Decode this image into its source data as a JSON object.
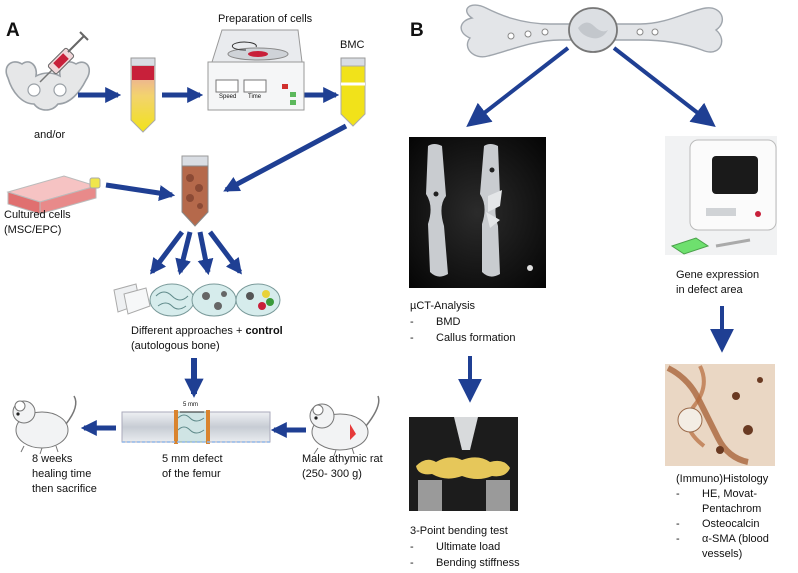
{
  "panelA": {
    "letter": "A",
    "prep_title": "Preparation of cells",
    "centrifuge_speed": "Speed",
    "centrifuge_time": "Time",
    "bmc": "BMC",
    "and_or": "and/or",
    "cultured_1": "Cultured cells",
    "cultured_2": "(MSC/EPC)",
    "approaches_1": "Different approaches + ",
    "approaches_bold": "control",
    "approaches_2": "(autologous bone)",
    "defect_scale": "5 mm",
    "defect_1": "5 mm defect",
    "defect_2": "of the femur",
    "rat_1": "Male athymic rat",
    "rat_2": "(250- 300 g)",
    "weeks_1": "8 weeks",
    "weeks_2": "healing time",
    "weeks_3": "then sacrifice"
  },
  "panelB": {
    "letter": "B",
    "uct_title": "µCT-Analysis",
    "uct_items": [
      "BMD",
      "Callus formation"
    ],
    "gene_1": "Gene expression",
    "gene_2": "in defect area",
    "bend_title": "3-Point bending test",
    "bend_items": [
      "Ultimate load",
      "Bending stiffness"
    ],
    "histo_title": "(Immuno)Histology",
    "histo_items": [
      "HE, Movat-",
      "Pentachrom",
      "Osteocalcin",
      "α-SMA (blood",
      "vessels)"
    ],
    "dash": "-"
  },
  "colors": {
    "arrow": "#1f3f93",
    "tube_red": "#c8203a",
    "tube_yellow": "#f1e21a",
    "cells_pink": "#e56a6a"
  }
}
